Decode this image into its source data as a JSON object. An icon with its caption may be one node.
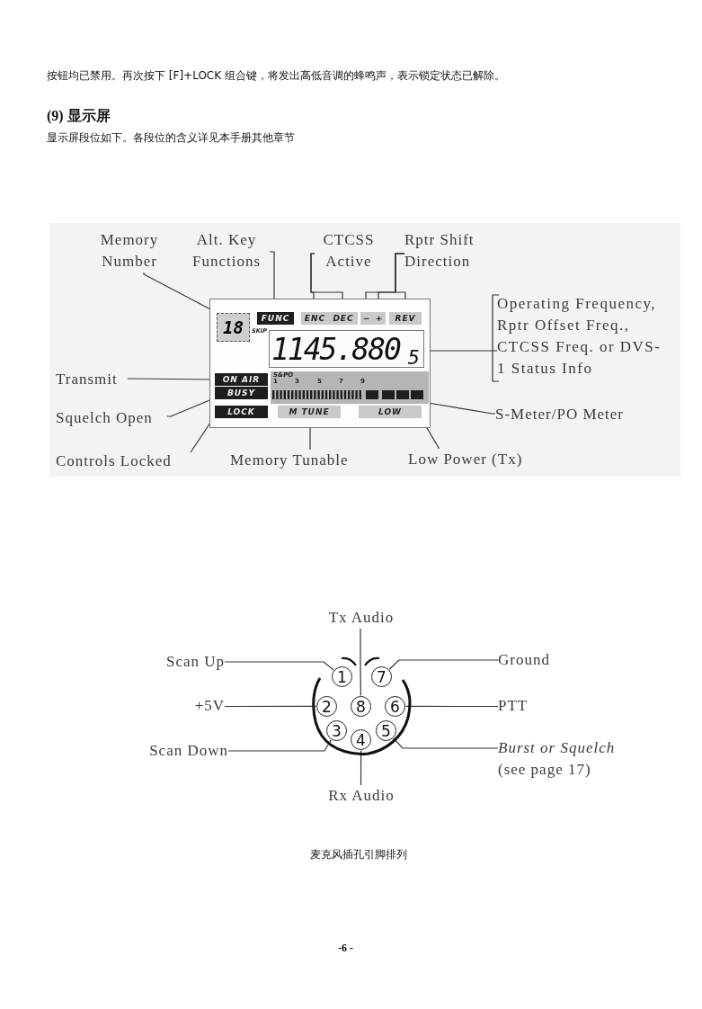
{
  "diagram": {
    "title": "(9) 显示屏",
    "caption": "麦克风插孔引脚排列",
    "nodes": [
      {
        "text": [
          "Memory Number"
        ]
      },
      {
        "text": [
          "Alt. Key Functions"
        ]
      },
      {
        "text": [
          "CTCSS Active"
        ]
      },
      {
        "text": [
          "Rptr Shift Direction"
        ]
      },
      {
        "text": [
          "Operating Frequency, Rptr Offset Freq., CTCSS Freq. or DVS-1 Status Info"
        ]
      },
      {
        "text": [
          "Transmit"
        ]
      },
      {
        "text": [
          "Squelch Open"
        ]
      },
      {
        "text": [
          "Controls Locked"
        ]
      },
      {
        "text": [
          "Memory Tunable"
        ]
      },
      {
        "text": [
          "Low Power (Tx)"
        ]
      },
      {
        "text": [
          "S-Meter/PO Meter"
        ]
      },
      {
        "text": [],
        "shape": "box"
      },
      {
        "text": [
          "18"
        ],
        "in": 11
      },
      {
        "text": [
          "FUNC"
        ],
        "in": 11
      },
      {
        "text": [
          "ENC"
        ],
        "in": 11
      },
      {
        "text": [
          "DEC"
        ],
        "in": 11
      },
      {
        "text": [
          "−"
        ],
        "in": 11
      },
      {
        "text": [
          "+"
        ],
        "in": 11
      },
      {
        "text": [
          "REV"
        ],
        "in": 11
      },
      {
        "text": [
          "1145.880",
          "5"
        ],
        "in": 11
      },
      {
        "text": [
          "ON AIR"
        ],
        "in": 11
      },
      {
        "text": [
          "BUSY"
        ],
        "in": 11
      },
      {
        "text": [
          "S&PO",
          "1",
          "3",
          "5",
          "7",
          "9"
        ],
        "in": 11
      },
      {
        "text": [
          "LOCK"
        ],
        "in": 11
      },
      {
        "text": [
          "M TUNE"
        ],
        "in": 11
      },
      {
        "text": [
          "LOW"
        ],
        "in": 11
      },
      {
        "text": [
          "Tx Audio"
        ]
      },
      {
        "text": [
          "Scan Up"
        ]
      },
      {
        "text": [
          "Ground"
        ]
      },
      {
        "text": [
          "+5V"
        ]
      },
      {
        "text": [
          "PTT"
        ]
      },
      {
        "text": [
          "Scan Down"
        ]
      },
      {
        "text": [
          "Burst or Squelch",
          "(see page 17)"
        ]
      },
      {
        "text": [
          "Rx Audio"
        ]
      },
      {
        "text": [],
        "shape": "circle"
      },
      {
        "text": [
          "1"
        ],
        "in": 34
      },
      {
        "text": [
          "2"
        ],
        "in": 34
      },
      {
        "text": [
          "3"
        ],
        "in": 34
      },
      {
        "text": [
          "4"
        ],
        "in": 34
      },
      {
        "text": [
          "5"
        ],
        "in": 34
      },
      {
        "text": [
          "6"
        ],
        "in": 34
      },
      {
        "text": [
          "7"
        ],
        "in": 34
      },
      {
        "text": [
          "8"
        ],
        "in": 34
      }
    ],
    "edges": [
      {
        "from": 0,
        "to": 12,
        "arrow": "none"
      },
      {
        "from": 1,
        "to": 13,
        "arrow": "none"
      },
      {
        "from": 2,
        "to": 14,
        "arrow": "none"
      },
      {
        "from": 2,
        "to": 15,
        "arrow": "none"
      },
      {
        "from": 3,
        "to": 16,
        "arrow": "none"
      },
      {
        "from": 3,
        "to": 17,
        "arrow": "none"
      },
      {
        "from": 3,
        "to": 18,
        "arrow": "none"
      },
      {
        "from": 4,
        "to": 19,
        "arrow": "none"
      },
      {
        "from": 5,
        "to": 20,
        "arrow": "none"
      },
      {
        "from": 6,
        "to": 21,
        "arrow": "none"
      },
      {
        "from": 7,
        "to": 23,
        "arrow": "none"
      },
      {
        "from": 8,
        "to": 24,
        "arrow": "none"
      },
      {
        "from": 9,
        "to": 25,
        "arrow": "none"
      },
      {
        "from": 10,
        "to": 22,
        "arrow": "none"
      },
      {
        "from": 26,
        "to": 42,
        "arrow": "none"
      },
      {
        "from": 27,
        "to": 35,
        "arrow": "none"
      },
      {
        "from": 28,
        "to": 41,
        "arrow": "none"
      },
      {
        "from": 29,
        "to": 36,
        "arrow": "none"
      },
      {
        "from": 30,
        "to": 40,
        "arrow": "none"
      },
      {
        "from": 31,
        "to": 37,
        "arrow": "none"
      },
      {
        "from": 32,
        "to": 39,
        "arrow": "none"
      },
      {
        "from": 33,
        "to": 38,
        "arrow": "none"
      }
    ],
    "labels": [
      "按钮均已禁用。再次按下 [F]+LOCK 组合键，将发出高低音调的蜂鸣声，表示锁定状态已解除。",
      "显示屏段位如下。各段位的含义详见本手册其他章节",
      "SKIP",
      "-6 -"
    ]
  }
}
